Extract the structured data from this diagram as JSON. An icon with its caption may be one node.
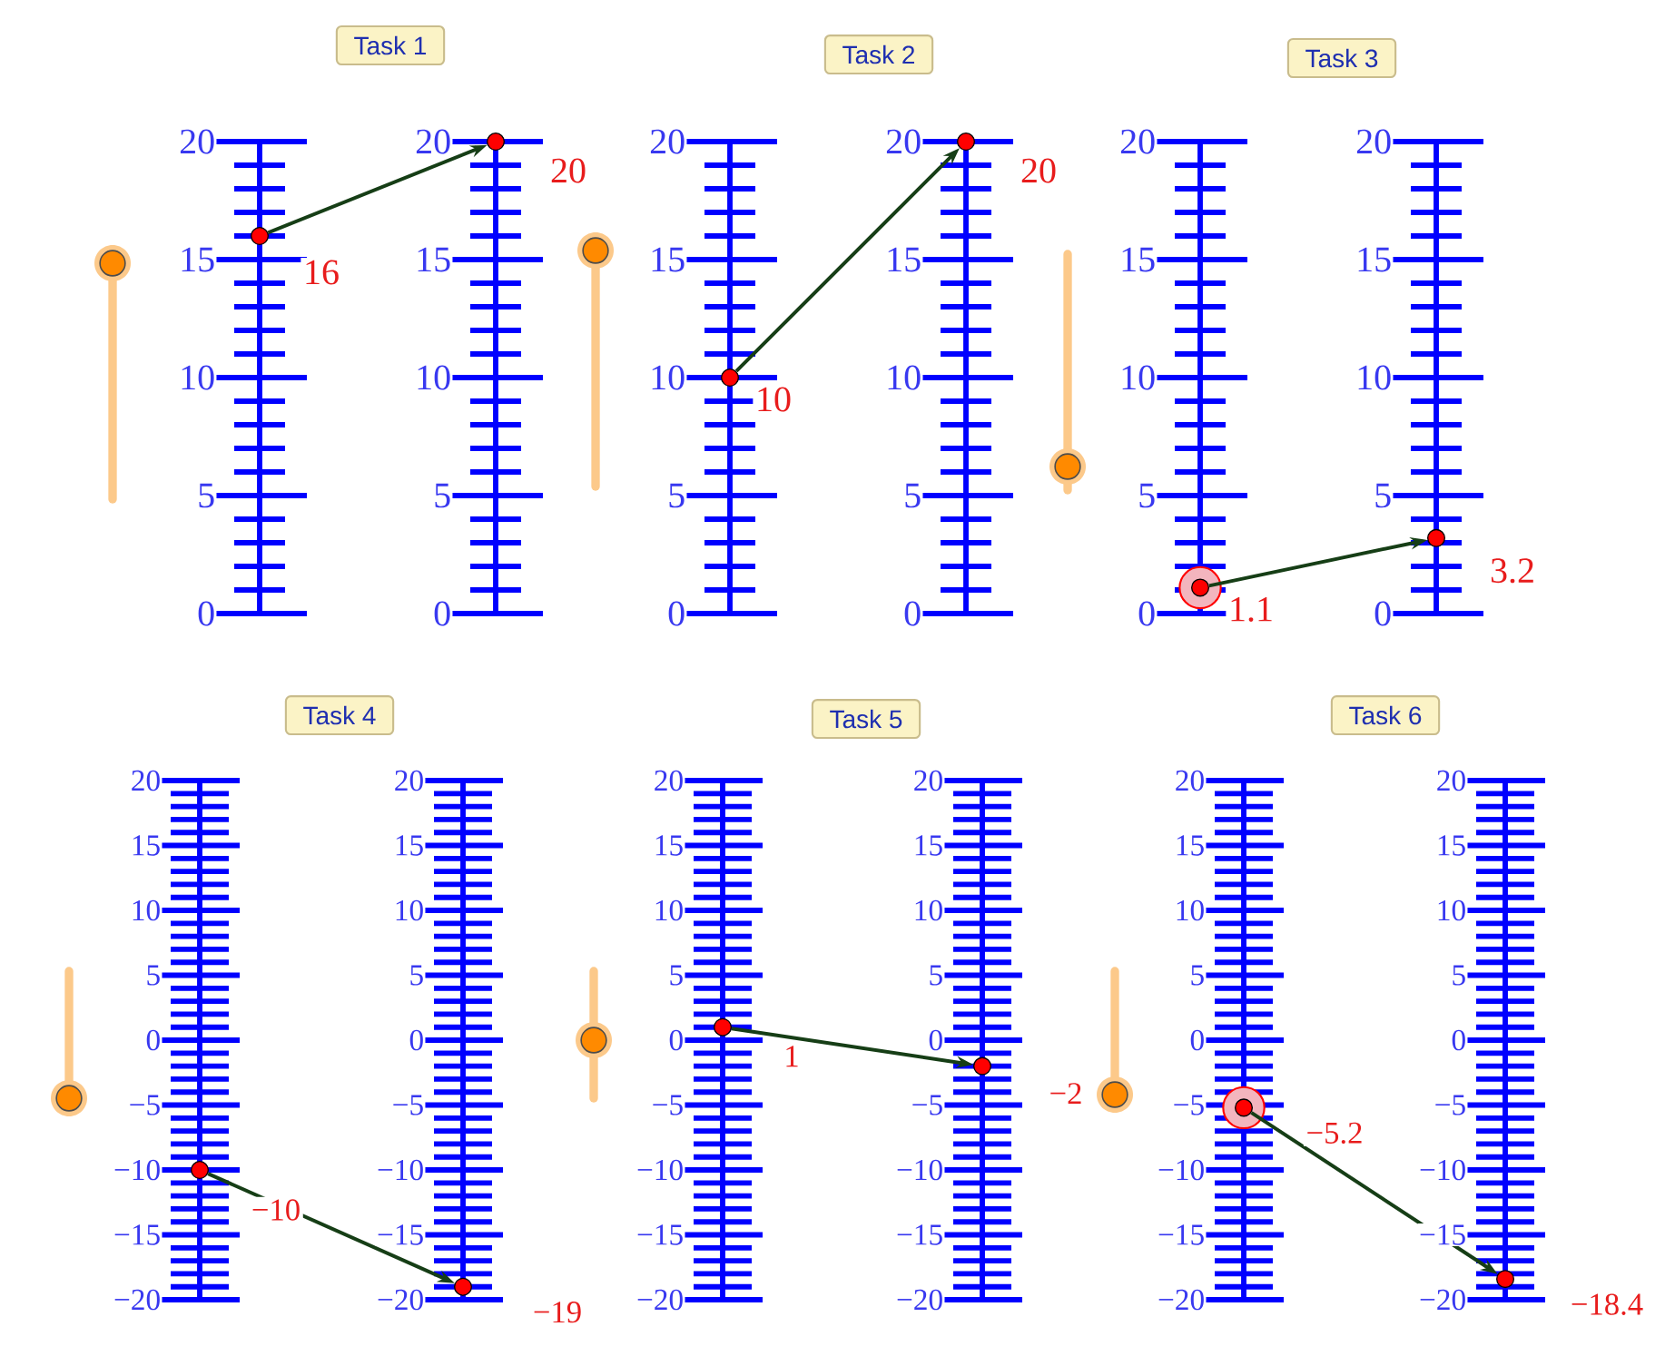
{
  "diagram": {
    "nodes": [
      {
        "text": [
          "Task 1"
        ]
      },
      {
        "text": [],
        "shape": "circle",
        "beside": [
          "16"
        ]
      },
      {
        "text": [],
        "shape": "circle",
        "beside": [
          "20"
        ]
      },
      {
        "text": [
          "Task 2"
        ]
      },
      {
        "text": [],
        "shape": "circle",
        "beside": [
          "10"
        ]
      },
      {
        "text": [],
        "shape": "circle",
        "beside": [
          "20"
        ]
      },
      {
        "text": [
          "Task 3"
        ]
      },
      {
        "text": [],
        "shape": "circle",
        "beside": [
          "1.1"
        ]
      },
      {
        "text": [],
        "shape": "circle",
        "beside": [
          "3.2"
        ]
      },
      {
        "text": [
          "Task 4"
        ]
      },
      {
        "text": [],
        "shape": "circle",
        "beside": [
          "−10"
        ]
      },
      {
        "text": [],
        "shape": "circle",
        "beside": [
          "−19"
        ]
      },
      {
        "text": [
          "Task 5"
        ]
      },
      {
        "text": [],
        "shape": "circle",
        "beside": [
          "1"
        ]
      },
      {
        "text": [],
        "shape": "circle",
        "beside": [
          "−2"
        ]
      },
      {
        "text": [
          "Task 6"
        ]
      },
      {
        "text": [],
        "shape": "circle",
        "beside": [
          "−5.2"
        ]
      },
      {
        "text": [],
        "shape": "circle",
        "beside": [
          "−18.4"
        ]
      }
    ],
    "edges": [
      {
        "from": 1,
        "to": 2,
        "arrow": "to"
      },
      {
        "from": 4,
        "to": 5,
        "arrow": "to"
      },
      {
        "from": 7,
        "to": 8,
        "arrow": "to"
      },
      {
        "from": 10,
        "to": 11,
        "arrow": "to"
      },
      {
        "from": 13,
        "to": 14,
        "arrow": "to"
      },
      {
        "from": 16,
        "to": 17,
        "arrow": "to"
      }
    ],
    "labels": [
      "20",
      "15",
      "10",
      "5",
      "0",
      "20",
      "15",
      "10",
      "5",
      "0",
      "20",
      "15",
      "10",
      "5",
      "0",
      "20",
      "15",
      "10",
      "5",
      "0",
      "20",
      "15",
      "10",
      "5",
      "0",
      "20",
      "15",
      "10",
      "5",
      "0",
      "20",
      "15",
      "10",
      "5",
      "0",
      "−5",
      "−10",
      "−15",
      "−20",
      "20",
      "15",
      "10",
      "5",
      "0",
      "−5",
      "−10",
      "−15",
      "−20",
      "20",
      "15",
      "10",
      "5",
      "0",
      "−5",
      "−10",
      "−15",
      "−20",
      "20",
      "15",
      "10",
      "5",
      "0",
      "−5",
      "−10",
      "−15",
      "−20",
      "20",
      "15",
      "10",
      "5",
      "0",
      "−5",
      "−10",
      "−15",
      "−20",
      "20",
      "15",
      "10",
      "5",
      "0",
      "−5",
      "−10",
      "−15",
      "−20"
    ]
  }
}
